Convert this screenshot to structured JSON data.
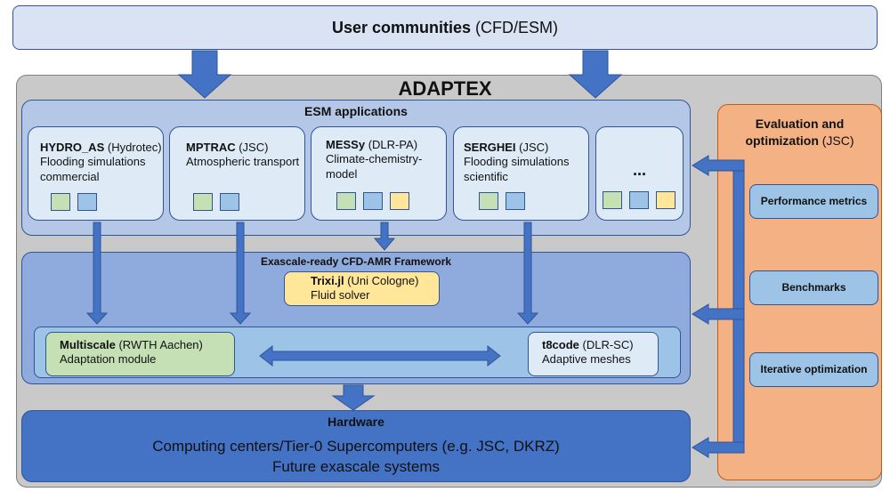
{
  "user_communities": {
    "bold": "User communities",
    "normal": " (CFD/ESM)"
  },
  "adaptex": {
    "title": "ADAPTEX"
  },
  "esm": {
    "title": "ESM applications",
    "apps": [
      {
        "name": "HYDRO_AS",
        "org": " (Hydrotec)",
        "line2": "Flooding simulations",
        "line3": "commercial",
        "squares": [
          "green",
          "blue"
        ]
      },
      {
        "name": "MPTRAC",
        "org": " (JSC)",
        "line2": "Atmospheric transport",
        "line3": "",
        "squares": [
          "green",
          "blue"
        ]
      },
      {
        "name": "MESSy",
        "org": " (DLR-PA)",
        "line2": "Climate-chemistry-",
        "line3": "model",
        "squares": [
          "green",
          "blue",
          "yellow"
        ]
      },
      {
        "name": "SERGHEI",
        "org": " (JSC)",
        "line2": "Flooding simulations",
        "line3": "scientific",
        "squares": [
          "green",
          "blue"
        ]
      },
      {
        "name": "...",
        "org": "",
        "line2": "",
        "line3": "",
        "squares": [
          "green",
          "blue",
          "yellow"
        ]
      }
    ]
  },
  "framework": {
    "title": "Exascale-ready CFD-AMR Framework",
    "trixi": {
      "name": "Trixi.jl",
      "org": " (Uni Cologne)",
      "desc": "Fluid solver"
    },
    "multiscale": {
      "name": "Multiscale",
      "org": " (RWTH Aachen)",
      "desc": "Adaptation module"
    },
    "t8code": {
      "name": "t8code",
      "org": " (DLR-SC)",
      "desc": "Adaptive meshes"
    }
  },
  "hardware": {
    "title": "Hardware",
    "line1": "Computing centers/Tier-0 Supercomputers (e.g. JSC, DKRZ)",
    "line2": "Future exascale systems"
  },
  "evaluation": {
    "title_bold": "Evaluation and",
    "title_bold2": "optimization",
    "title_org": " (JSC)",
    "items": [
      "Performance metrics",
      "Benchmarks",
      "Iterative optimization"
    ]
  },
  "colors": {
    "user_bg": "#dae3f3",
    "adaptex_bg": "#c9c9c9",
    "esm_bg": "#b4c7e7",
    "app_bg": "#deebf7",
    "framework_bg": "#8faadc",
    "hardware_bg": "#4472c4",
    "evaluation_bg": "#f4b183",
    "trixi_bg": "#ffe699",
    "multiscale_bg": "#c5e0b4",
    "arrow": "#4472c4"
  }
}
